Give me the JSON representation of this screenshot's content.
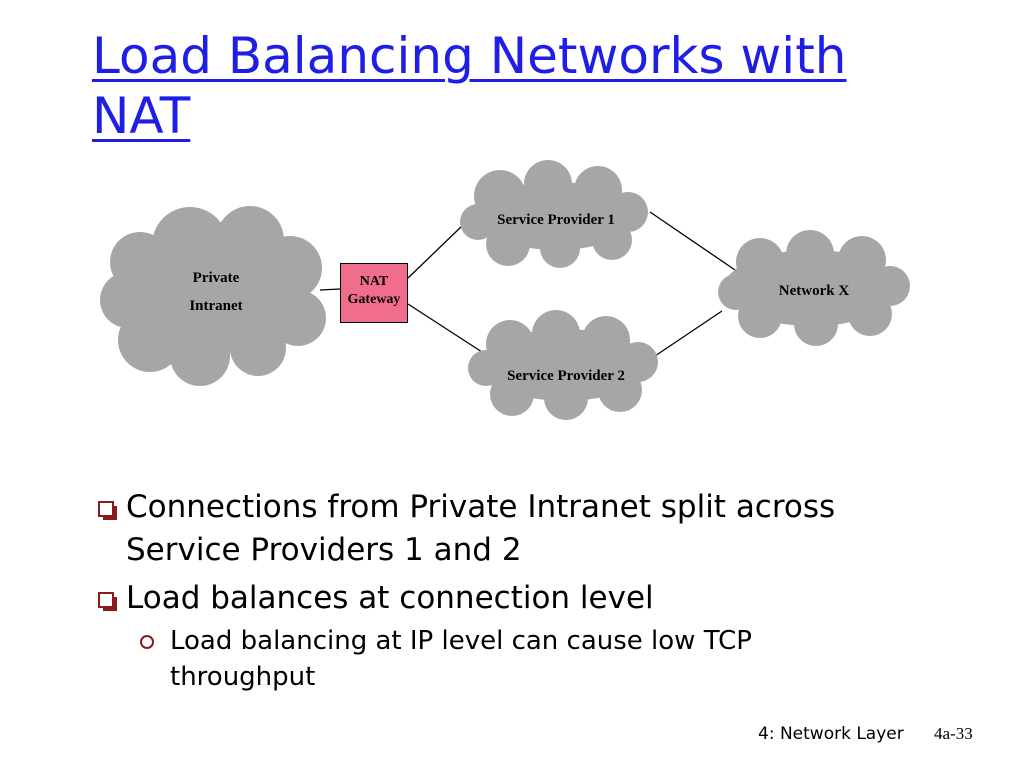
{
  "slide": {
    "title_line1": "Load Balancing Networks with",
    "title_line2": "NAT"
  },
  "diagram": {
    "private_intranet_line1": "Private",
    "private_intranet_line2": "Intranet",
    "gateway_line1": "NAT",
    "gateway_line2": "Gateway",
    "provider1": "Service Provider 1",
    "provider2": "Service Provider 2",
    "network_x": "Network X"
  },
  "bullets": [
    {
      "text": "Connections from Private Intranet split across Service Providers 1 and 2"
    },
    {
      "text": "Load balances at connection level"
    }
  ],
  "sub_bullets": [
    {
      "text": "Load balancing at IP level can cause low TCP throughput"
    }
  ],
  "footer": {
    "label": "4: Network Layer",
    "page": "4a-33"
  },
  "colors": {
    "title": "#1e1ee6",
    "cloud_fill": "#a6a6a6",
    "gateway_fill": "#f06e8c",
    "bullet_marker": "#8b1a1a"
  }
}
